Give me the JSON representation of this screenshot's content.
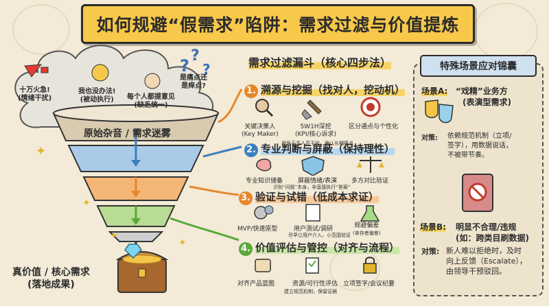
{
  "title": "如何规避“假需求”陷阱：需求过滤与价值提炼",
  "clouds": {
    "c1": [
      "十万火急!",
      "(情绪干扰)"
    ],
    "c2": [
      "我也没办法!",
      "(被动执行)"
    ],
    "c3": [
      "每个人都提意见",
      "(缺乏统一)"
    ],
    "c4": [
      "是痛点还",
      "是痒点?"
    ]
  },
  "funnel": {
    "top_label": "原始杂音 / 需求迷雾",
    "result_label": "真价值 / 核心需求",
    "result_sub": "(落地成果)"
  },
  "section_title": "需求过滤漏斗（核心四步法）",
  "steps": [
    {
      "num": "1.",
      "title": "溯源与挖掘（找对人，挖动机）",
      "items": [
        {
          "icon": "magnifier-person-icon",
          "label": "关键决策人",
          "sub": "(Key Maker)"
        },
        {
          "icon": "shovel-icon",
          "label": "5W1H深挖",
          "sub": "(KPI/核心诉求)"
        },
        {
          "icon": "target-icon",
          "label": "区分通点与个性化",
          "sub": ""
        }
      ],
      "note": "避免无关人员干扰，确认长期痛点"
    },
    {
      "num": "2.",
      "title": "专业判断与屏蔽（保持理性）",
      "items": [
        {
          "icon": "brain-icon",
          "label": "专业知识储备",
          "sub": ""
        },
        {
          "icon": "shield-icon",
          "label": "屏蔽情绪/表演",
          "sub": ""
        },
        {
          "icon": "scale-icon",
          "label": "多方对比验证",
          "sub": ""
        }
      ],
      "note": "识别“问题”本身，非直接执行“答案”"
    },
    {
      "num": "3.",
      "title": "验证与试错（低成本求证）",
      "items": [
        {
          "icon": "gears-icon",
          "label": "MVP/快速原型",
          "sub": ""
        },
        {
          "icon": "clipboard-icon",
          "label": "用户测试/调研",
          "sub": ""
        },
        {
          "icon": "flask-icon",
          "label": "规避偏差",
          "sub": "(幸存者偏差)"
        }
      ],
      "note": "尽早让用户介入，小范围验证"
    },
    {
      "num": "4.",
      "title": "价值评估与管控（对齐与流程）",
      "items": [
        {
          "icon": "scroll-icon",
          "label": "对齐产品蓝图",
          "sub": ""
        },
        {
          "icon": "checklist-icon",
          "label": "资源/可行性评估",
          "sub": ""
        },
        {
          "icon": "lock-icon",
          "label": "立项签字/会议纪要",
          "sub": ""
        }
      ],
      "note": "建立规范机制，保留证据"
    }
  ],
  "panel": {
    "title": "特殊场景应对锦囊",
    "sceneA_label": "场景A:",
    "sceneA_text1": "“戏精”业务方",
    "sceneA_text2": "(表演型需求)",
    "countA_label": "对策:",
    "countA_text": [
      "依赖规范机制（立项/",
      "签字），用数据说话，",
      "不被带节奏。"
    ],
    "sceneB_label": "场景B:",
    "sceneB_text1": "明显不合理/违规",
    "sceneB_text2": "(如：跨类目刷数据)",
    "countB_label": "对策:",
    "countB_text": [
      "新人难以拒绝时，及时",
      "向上反馈（Escalate），",
      "由领导干预驳回。"
    ]
  },
  "colors": {
    "step1": "#e8862b",
    "step2": "#3a7fc1",
    "step3": "#e8862b",
    "step4": "#5aa83a",
    "banner": "#f7c84a",
    "panel_title": "#cfe0ef"
  }
}
